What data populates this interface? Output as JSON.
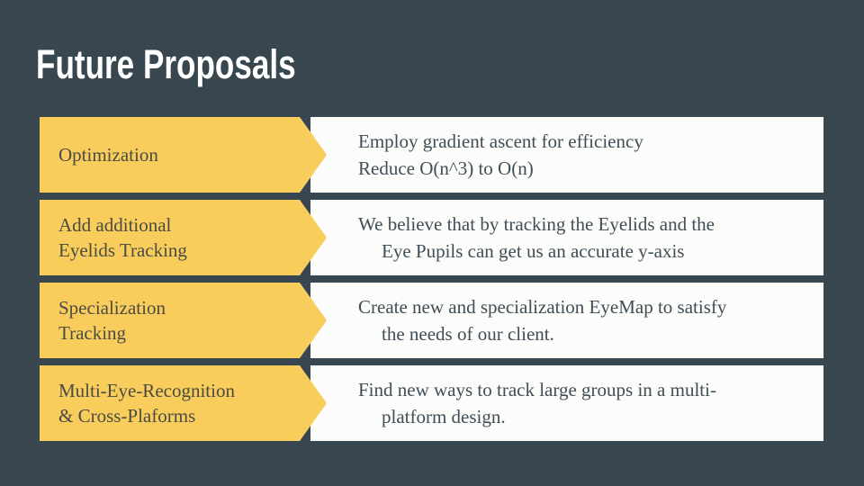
{
  "slide": {
    "title": "Future Proposals",
    "colors": {
      "background": "#37464F",
      "accent_yellow": "#F8CD5B",
      "card_white": "#FCFCFB",
      "title_text": "#FFFFFF",
      "body_text": "#3F4E57",
      "label_text": "#4A4B45"
    },
    "rows": [
      {
        "label": "Optimization",
        "desc_line1": "Employ gradient ascent for efficiency",
        "desc_line2": "Reduce O(n^3) to O(n)"
      },
      {
        "label": "Add additional\nEyelids Tracking",
        "desc_line1": "We believe that by tracking the Eyelids and the",
        "desc_line2": "Eye Pupils can get us an accurate y-axis"
      },
      {
        "label": "Specialization\nTracking",
        "desc_line1": "Create new and specialization EyeMap to satisfy",
        "desc_line2": "the needs of our client."
      },
      {
        "label": "Multi-Eye-Recognition\n& Cross-Plaforms",
        "desc_line1": "Find new ways to track large groups in a multi-",
        "desc_line2": "platform design."
      }
    ]
  }
}
